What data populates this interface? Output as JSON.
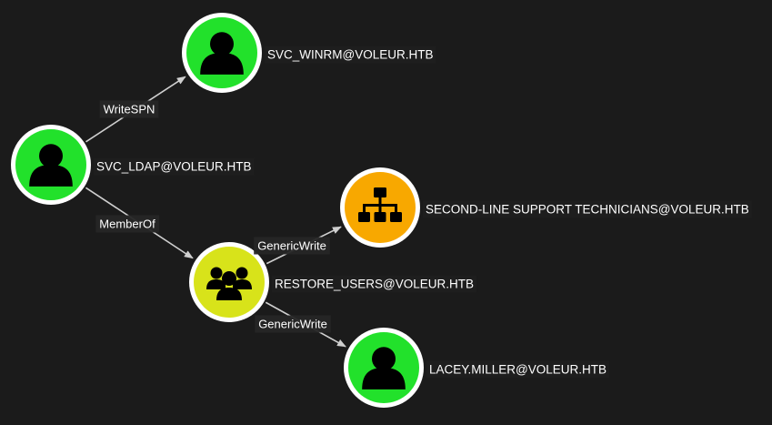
{
  "colors": {
    "background": "#1b1b1b",
    "user": "#22e12b",
    "group": "#d8e31a",
    "ou_group": "#f8a800",
    "ring": "#ffffff",
    "edge": "#cfcfcf"
  },
  "nodes": [
    {
      "id": "svc_ldap",
      "label": "SVC_LDAP@VOLEUR.HTB",
      "kind": "user",
      "icon": "user-icon"
    },
    {
      "id": "svc_winrm",
      "label": "SVC_WINRM@VOLEUR.HTB",
      "kind": "user",
      "icon": "user-icon"
    },
    {
      "id": "restore",
      "label": "RESTORE_USERS@VOLEUR.HTB",
      "kind": "group",
      "icon": "group-icon"
    },
    {
      "id": "second",
      "label": "SECOND-LINE SUPPORT TECHNICIANS@VOLEUR.HTB",
      "kind": "ou_group",
      "icon": "hierarchy-icon"
    },
    {
      "id": "lacey",
      "label": "LACEY.MILLER@VOLEUR.HTB",
      "kind": "user",
      "icon": "user-icon"
    }
  ],
  "edges": [
    {
      "from": "svc_ldap",
      "to": "svc_winrm",
      "label": "WriteSPN"
    },
    {
      "from": "svc_ldap",
      "to": "restore",
      "label": "MemberOf"
    },
    {
      "from": "restore",
      "to": "second",
      "label": "GenericWrite"
    },
    {
      "from": "restore",
      "to": "lacey",
      "label": "GenericWrite"
    }
  ]
}
